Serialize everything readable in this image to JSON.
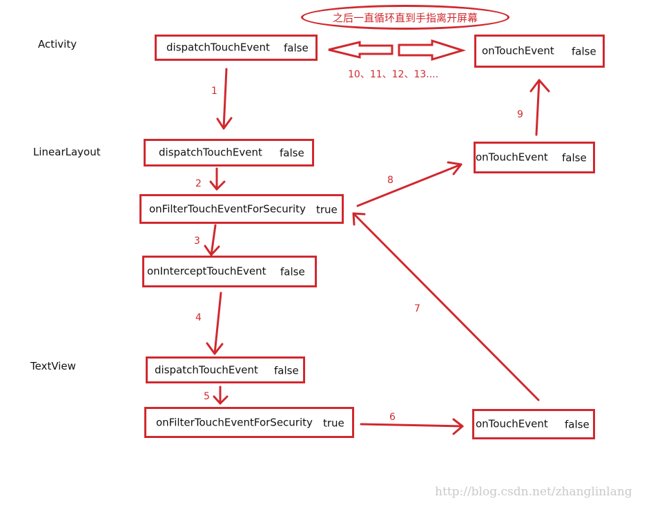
{
  "note": "之后一直循环直到手指离开屏幕",
  "loop_steps": "10、11、12、13....",
  "layers": {
    "activity": "Activity",
    "linear_layout": "LinearLayout",
    "text_view": "TextView"
  },
  "nodes": {
    "activity_dispatch": {
      "method": "dispatchTouchEvent",
      "value": "false"
    },
    "activity_ontouch": {
      "method": "onTouchEvent",
      "value": "false"
    },
    "ll_dispatch": {
      "method": "dispatchTouchEvent",
      "value": "false"
    },
    "ll_filter": {
      "method": "onFilterTouchEventForSecurity",
      "value": "true"
    },
    "ll_intercept": {
      "method": "onInterceptTouchEvent",
      "value": "false"
    },
    "ll_ontouch": {
      "method": "onTouchEvent",
      "value": "false"
    },
    "tv_dispatch": {
      "method": "dispatchTouchEvent",
      "value": "false"
    },
    "tv_filter": {
      "method": "onFilterTouchEventForSecurity",
      "value": "true"
    },
    "tv_ontouch": {
      "method": "onTouchEvent",
      "value": "false"
    }
  },
  "steps": [
    "1",
    "2",
    "3",
    "4",
    "5",
    "6",
    "7",
    "8",
    "9"
  ],
  "watermark": "http://blog.csdn.net/zhanglinlang",
  "colors": {
    "accent": "#d0282e",
    "text": "#111111",
    "watermark": "#c9c9c9"
  }
}
